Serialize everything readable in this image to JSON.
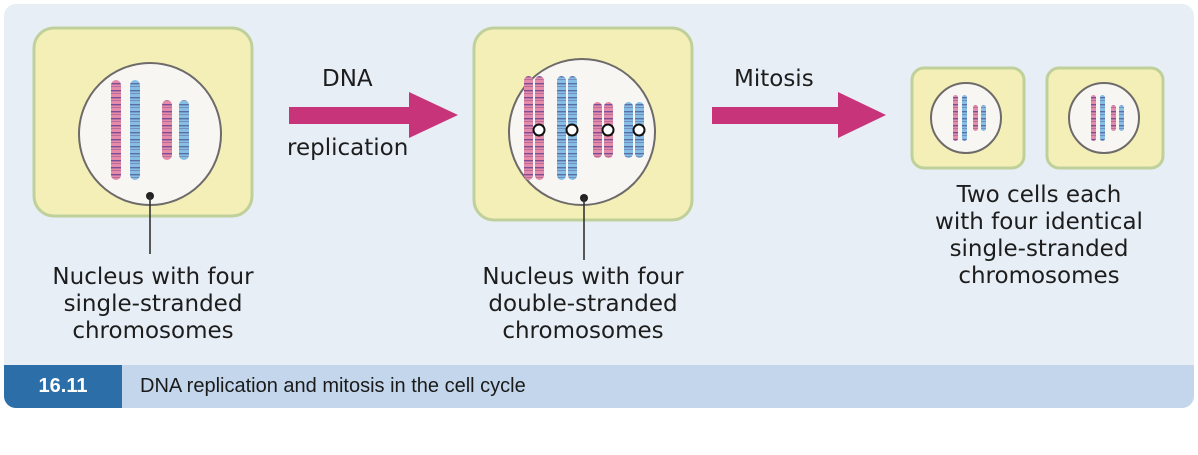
{
  "labels": {
    "nucleus_single": [
      "Nucleus with four",
      "single-stranded",
      "chromosomes"
    ],
    "nucleus_double": [
      "Nucleus with four",
      "double-stranded",
      "chromosomes"
    ],
    "two_cells": [
      "Two cells each",
      "with four identical",
      "single-stranded",
      "chromosomes"
    ],
    "arrow1_top": "DNA",
    "arrow1_bottom": "replication",
    "arrow2_top": "Mitosis"
  },
  "caption": {
    "number": "16.11",
    "title": "DNA replication and mitosis in the cell cycle"
  },
  "colors": {
    "cell_fill": "#f4efb6",
    "cell_border": "#bfd09a",
    "nucleus_fill": "#f8f6f3",
    "arrow": "#c8347a",
    "pink_chromosome": "#e58aa8",
    "blue_chromosome": "#7db6de",
    "band": "#6a4c93",
    "caption_number_bg": "#2b6ea8",
    "caption_bar_bg": "#c4d6ec"
  }
}
